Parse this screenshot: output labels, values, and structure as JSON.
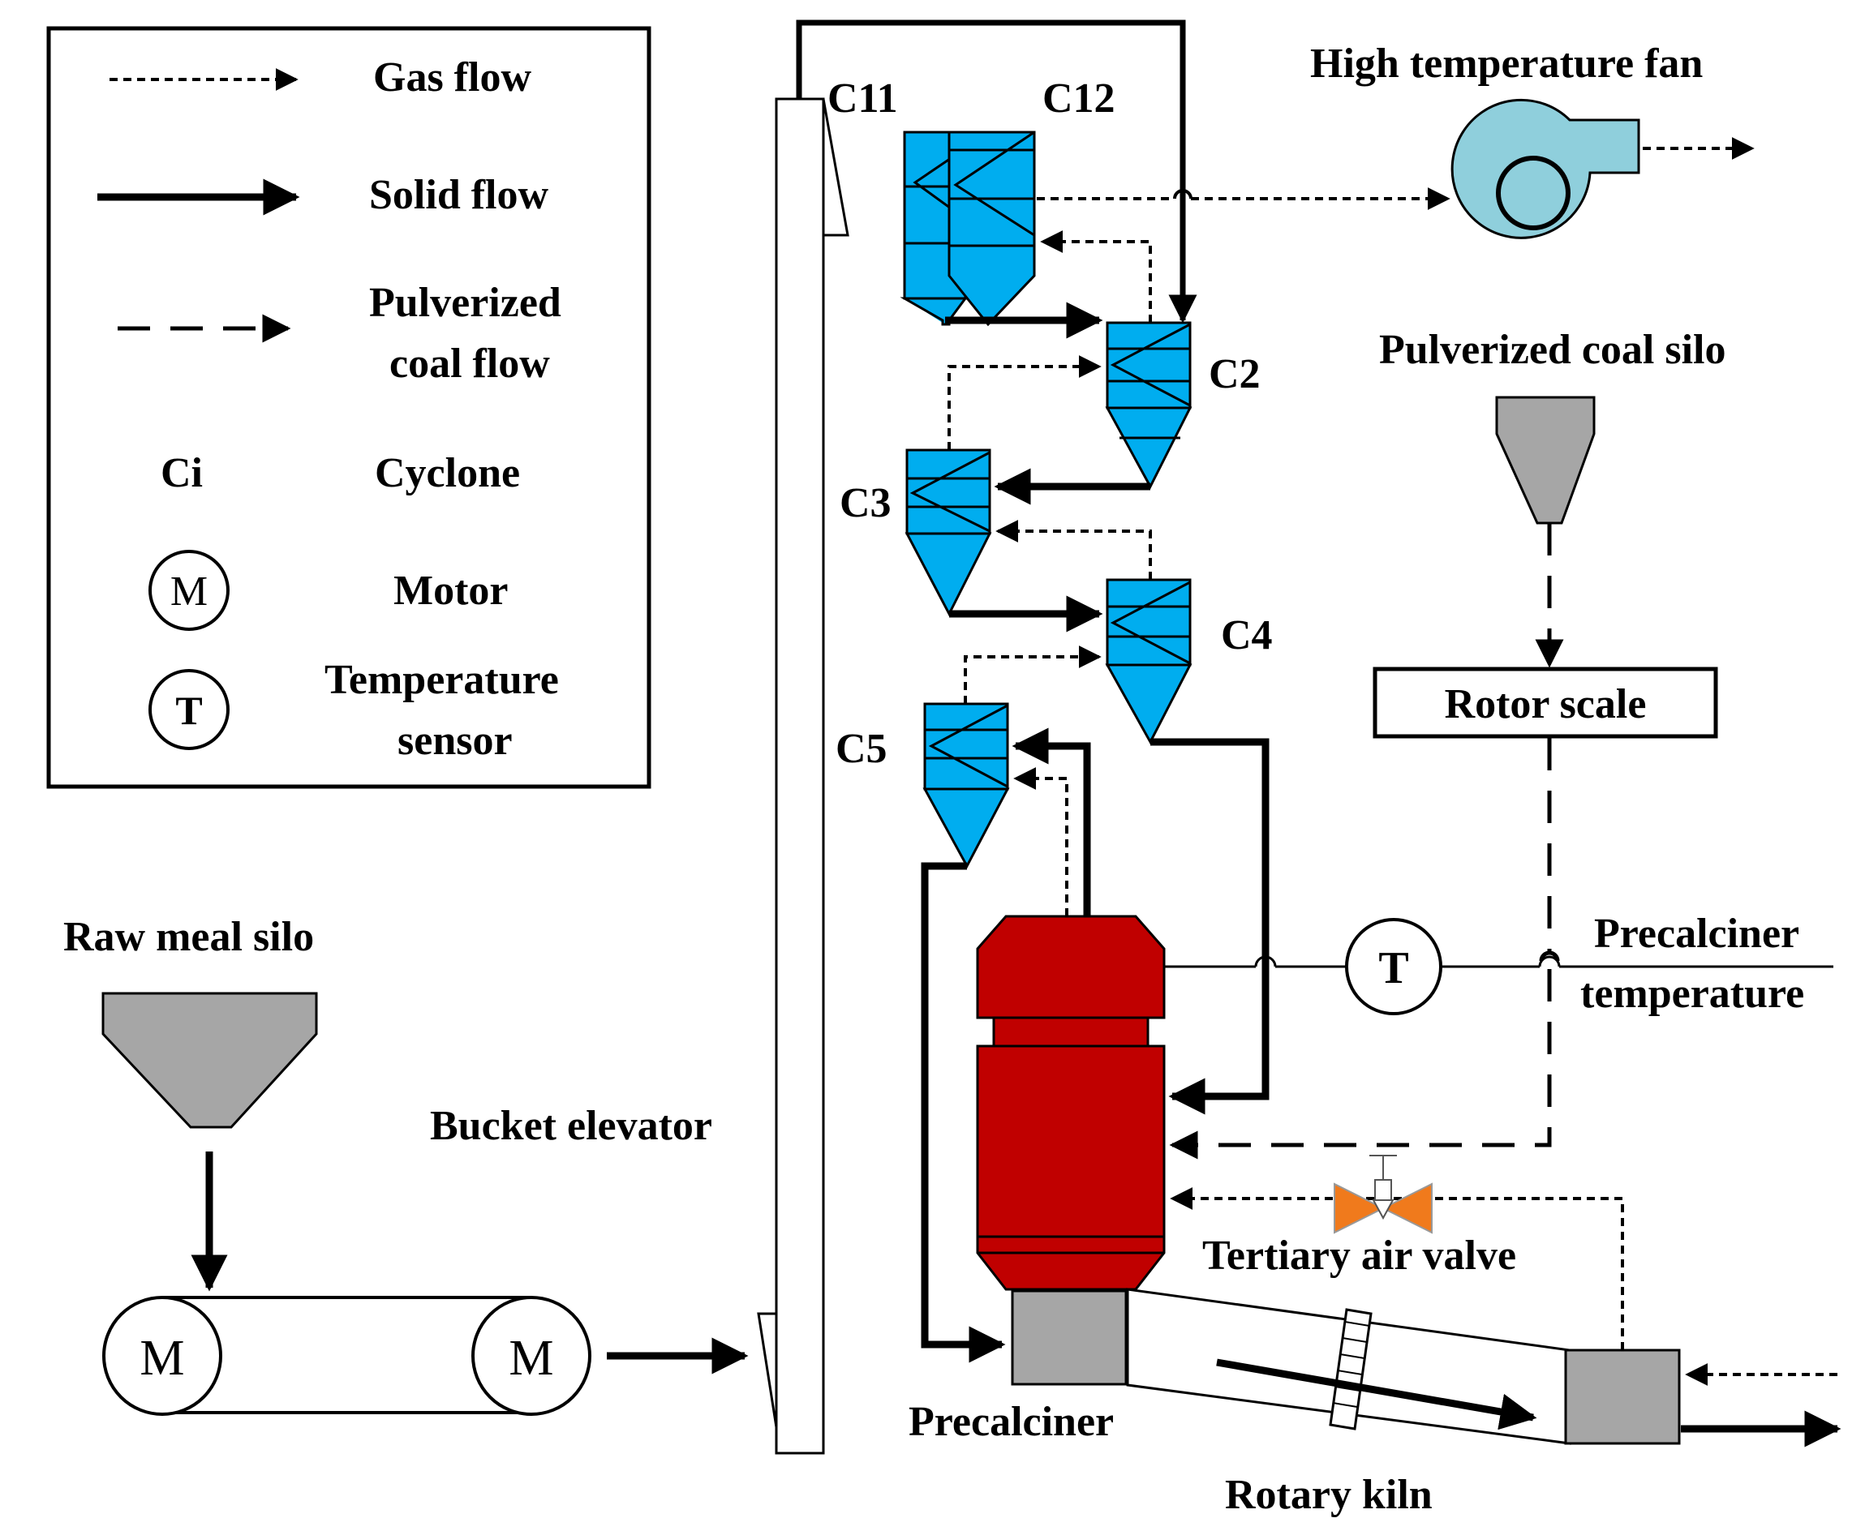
{
  "legend": {
    "gas_flow": "Gas flow",
    "solid_flow": "Solid flow",
    "pulverized_line1": "Pulverized",
    "pulverized_line2": "coal flow",
    "ci_symbol": "Ci",
    "cyclone": "Cyclone",
    "motor_symbol": "M",
    "motor": "Motor",
    "temp_symbol": "T",
    "temp_line1": "Temperature",
    "temp_line2": "sensor"
  },
  "labels": {
    "high_temp_fan": "High temperature fan",
    "pulverized_coal_silo": "Pulverized coal silo",
    "rotor_scale": "Rotor scale",
    "raw_meal_silo": "Raw meal silo",
    "bucket_elevator": "Bucket elevator",
    "precalciner_temp_line1": "Precalciner",
    "precalciner_temp_line2": "temperature",
    "tertiary_air_valve": "Tertiary air valve",
    "precalciner": "Precalciner",
    "rotary_kiln": "Rotary kiln",
    "motor_left": "M",
    "motor_right": "M",
    "sensor_t": "T"
  },
  "cyclones": {
    "c11": "C11",
    "c12": "C12",
    "c2": "C2",
    "c3": "C3",
    "c4": "C4",
    "c5": "C5"
  },
  "colors": {
    "cyclone": "#00adef",
    "precalciner": "#c00000",
    "fan": "#8fcfdc",
    "silo": "#a6a6a6",
    "valve": "#f07a1c"
  }
}
